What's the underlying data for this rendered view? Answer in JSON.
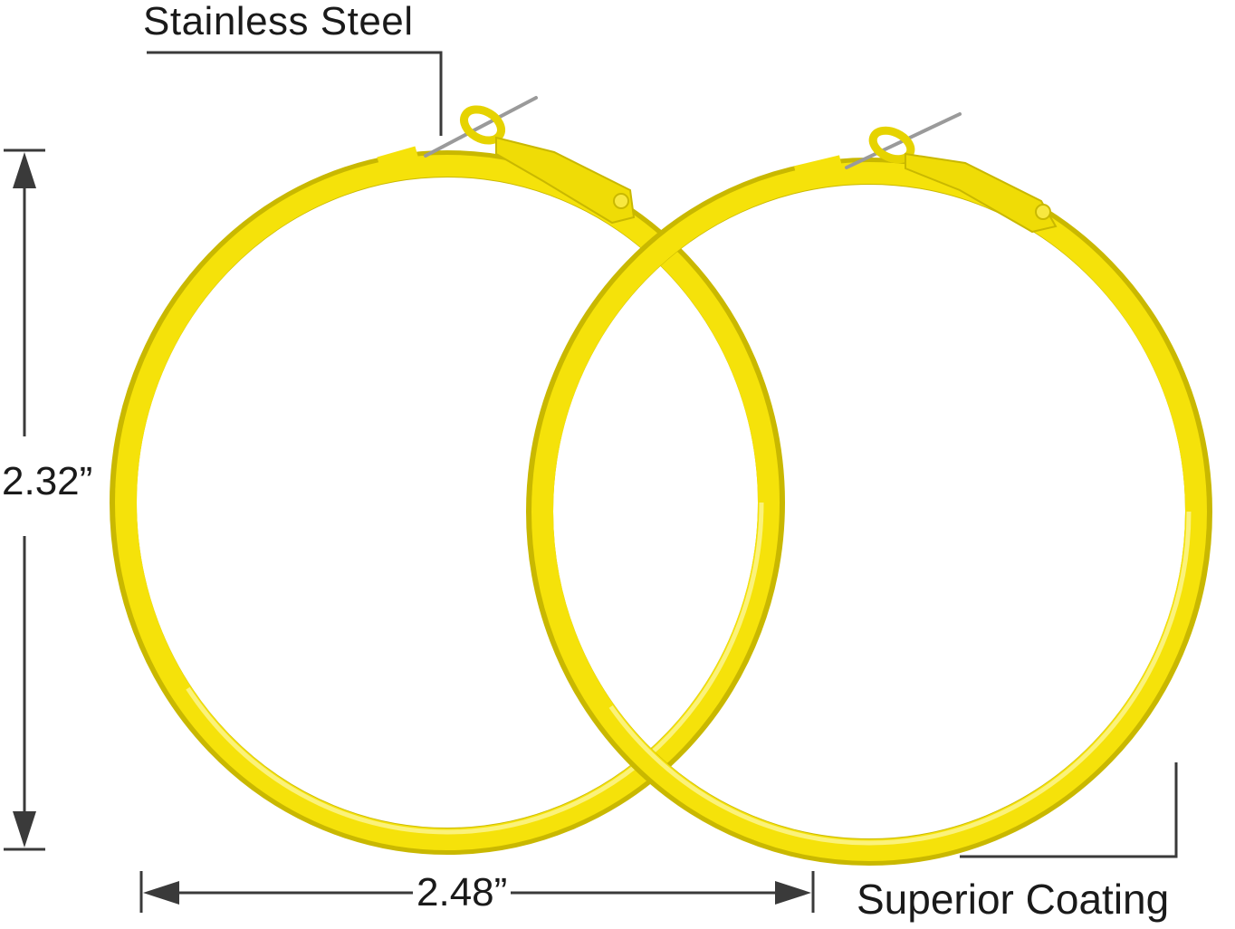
{
  "labels": {
    "material": "Stainless Steel",
    "height": "2.32”",
    "width": "2.48”",
    "coating": "Superior Coating"
  },
  "colors": {
    "hoop": "#f5e20a",
    "hoop_highlight": "#fbf27a",
    "hoop_shadow": "#c9b800",
    "pin": "#9a9a9a",
    "dimension_line": "#3a3a3a",
    "background": "#ffffff"
  },
  "icons": {
    "arrow_up": "arrow-up-icon",
    "arrow_down": "arrow-down-icon",
    "arrow_left": "arrow-left-icon",
    "arrow_right": "arrow-right-icon"
  }
}
